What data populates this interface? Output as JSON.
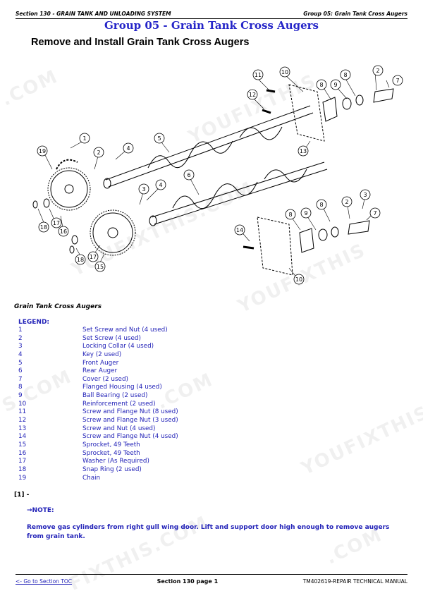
{
  "header": {
    "section": "Section 130 - GRAIN TANK AND UNLOADING SYSTEM",
    "group": "Group 05: Grain Tank Cross Augers"
  },
  "group_title": "Group 05 - Grain Tank Cross Augers",
  "section_title": "Remove and Install Grain Tank Cross Augers",
  "figure_caption": "Grain Tank Cross Augers",
  "legend": {
    "title": "LEGEND:",
    "items": [
      {
        "num": "1",
        "text": "Set Screw and Nut (4 used)"
      },
      {
        "num": "2",
        "text": "Set Screw (4 used)"
      },
      {
        "num": "3",
        "text": "Locking Collar (4 used)"
      },
      {
        "num": "4",
        "text": "Key (2 used)"
      },
      {
        "num": "5",
        "text": "Front Auger"
      },
      {
        "num": "6",
        "text": "Rear Auger"
      },
      {
        "num": "7",
        "text": "Cover (2 used)"
      },
      {
        "num": "8",
        "text": "Flanged Housing (4 used)"
      },
      {
        "num": "9",
        "text": "Ball Bearing (2 used)"
      },
      {
        "num": "10",
        "text": "Reinforcement (2 used)"
      },
      {
        "num": "11",
        "text": "Screw and Flange Nut (8 used)"
      },
      {
        "num": "12",
        "text": "Screw and Flange Nut (3 used)"
      },
      {
        "num": "13",
        "text": "Screw and Nut (4 used)"
      },
      {
        "num": "14",
        "text": "Screw and Flange Nut (4 used)"
      },
      {
        "num": "15",
        "text": "Sprocket, 49 Teeth"
      },
      {
        "num": "16",
        "text": "Sprocket, 49 Teeth"
      },
      {
        "num": "17",
        "text": "Washer (As Required)"
      },
      {
        "num": "18",
        "text": "Snap Ring (2 used)"
      },
      {
        "num": "19",
        "text": "Chain"
      }
    ]
  },
  "step": "[1] -",
  "note_label": "→NOTE:",
  "note_text": "Remove gas cylinders from right gull wing door. Lift and support door high enough to remove augers from grain tank.",
  "footer": {
    "toc": "<- Go to Section TOC",
    "page": "Section 130 page 1",
    "manual": "TM402619-REPAIR TECHNICAL MANUAL"
  },
  "callouts": [
    "1",
    "2",
    "3",
    "4",
    "5",
    "6",
    "7",
    "8",
    "9",
    "10",
    "11",
    "12",
    "13",
    "14",
    "15",
    "16",
    "17",
    "18",
    "19"
  ],
  "watermark": "YOUFIXTHIS.COM"
}
